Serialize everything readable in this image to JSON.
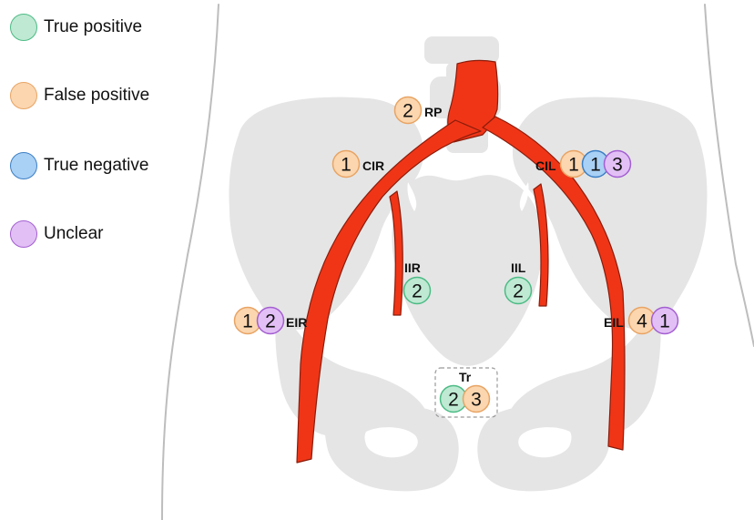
{
  "colors": {
    "true_positive": {
      "fill": "#bfe9d3",
      "stroke": "#4cbb85"
    },
    "false_positive": {
      "fill": "#fbd6af",
      "stroke": "#e8a464"
    },
    "true_negative": {
      "fill": "#a9d0f5",
      "stroke": "#3b7fc4"
    },
    "unclear": {
      "fill": "#e2c0f5",
      "stroke": "#a35fd1"
    },
    "artery": "#f03517",
    "bone": "#e5e5e5"
  },
  "legend": [
    {
      "key": "true_positive",
      "label": "True positive"
    },
    {
      "key": "false_positive",
      "label": "False positive"
    },
    {
      "key": "true_negative",
      "label": "True negative"
    },
    {
      "key": "unclear",
      "label": "Unclear"
    }
  ],
  "sites": [
    {
      "id": "rp",
      "label": "RP",
      "counts": [
        {
          "key": "false_positive",
          "value": "2"
        }
      ]
    },
    {
      "id": "cir",
      "label": "CIR",
      "counts": [
        {
          "key": "false_positive",
          "value": "1"
        }
      ]
    },
    {
      "id": "cil",
      "label": "CIL",
      "counts": [
        {
          "key": "false_positive",
          "value": "1"
        },
        {
          "key": "true_negative",
          "value": "1"
        },
        {
          "key": "unclear",
          "value": "3"
        }
      ]
    },
    {
      "id": "iir",
      "label": "IIR",
      "counts": [
        {
          "key": "true_positive",
          "value": "2"
        }
      ]
    },
    {
      "id": "iil",
      "label": "IIL",
      "counts": [
        {
          "key": "true_positive",
          "value": "2"
        }
      ]
    },
    {
      "id": "eir",
      "label": "EIR",
      "counts": [
        {
          "key": "false_positive",
          "value": "1"
        },
        {
          "key": "unclear",
          "value": "2"
        }
      ]
    },
    {
      "id": "eil",
      "label": "EIL",
      "counts": [
        {
          "key": "false_positive",
          "value": "4"
        },
        {
          "key": "unclear",
          "value": "1"
        }
      ]
    },
    {
      "id": "tr",
      "label": "Tr",
      "counts": [
        {
          "key": "true_positive",
          "value": "2"
        },
        {
          "key": "false_positive",
          "value": "3"
        }
      ]
    }
  ]
}
